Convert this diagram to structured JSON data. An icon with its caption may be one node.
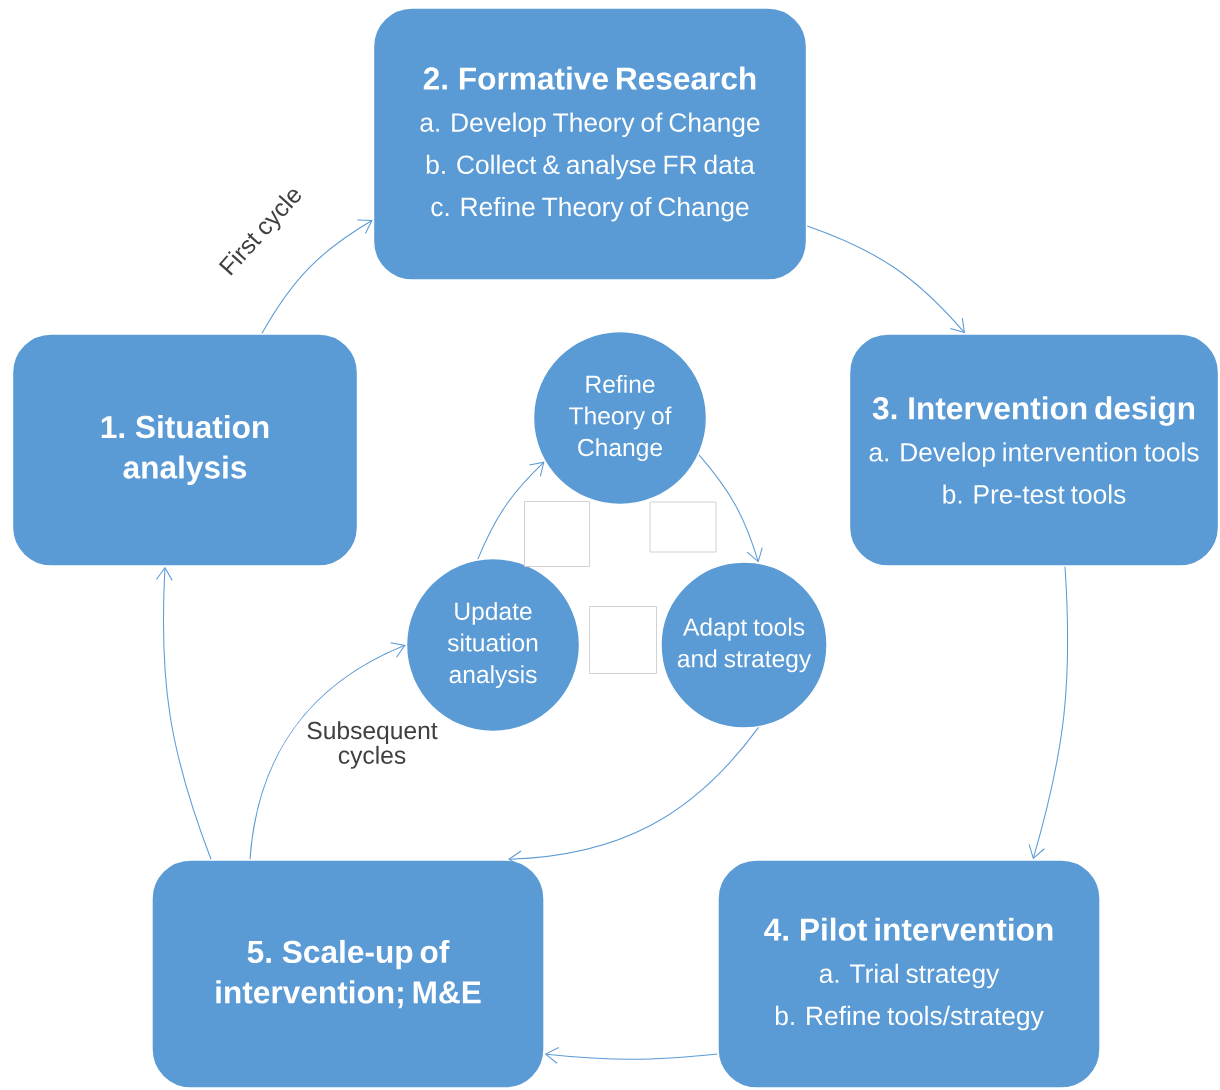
{
  "diagram": {
    "nodes": [
      {
        "text": [
          "1. Situation analysis"
        ]
      },
      {
        "text": [
          "2. Formative Research",
          "a. Develop Theory of Change",
          "b. Collect & analyse FR data",
          "c. Refine Theory of Change"
        ]
      },
      {
        "text": [
          "3. Intervention design",
          "a. Develop intervention tools",
          "b. Pre-test tools"
        ]
      },
      {
        "text": [
          "4. Pilot intervention",
          "a. Trial strategy",
          "b. Refine tools/strategy"
        ]
      },
      {
        "text": [
          "5. Scale-up of intervention; M&E"
        ]
      },
      {
        "text": [
          "Refine Theory of Change"
        ]
      },
      {
        "text": [
          "Update situation analysis"
        ]
      },
      {
        "text": [
          "Adapt tools and strategy"
        ]
      },
      {
        "text": [],
        "shape": "box"
      },
      {
        "text": [],
        "shape": "box"
      },
      {
        "text": [],
        "shape": "box"
      }
    ],
    "edges": [
      {
        "from": 0,
        "to": 1,
        "arrow": "to",
        "label": "First cycle"
      },
      {
        "from": 1,
        "to": 2,
        "arrow": "to"
      },
      {
        "from": 2,
        "to": 3,
        "arrow": "to"
      },
      {
        "from": 3,
        "to": 4,
        "arrow": "to"
      },
      {
        "from": 4,
        "to": 0,
        "arrow": "to"
      },
      {
        "from": 4,
        "to": 6,
        "arrow": "to",
        "label": "Subsequent cycles"
      },
      {
        "from": 6,
        "to": 5,
        "arrow": "to"
      },
      {
        "from": 5,
        "to": 7,
        "arrow": "to"
      },
      {
        "from": 7,
        "to": 4,
        "arrow": "to"
      }
    ]
  }
}
